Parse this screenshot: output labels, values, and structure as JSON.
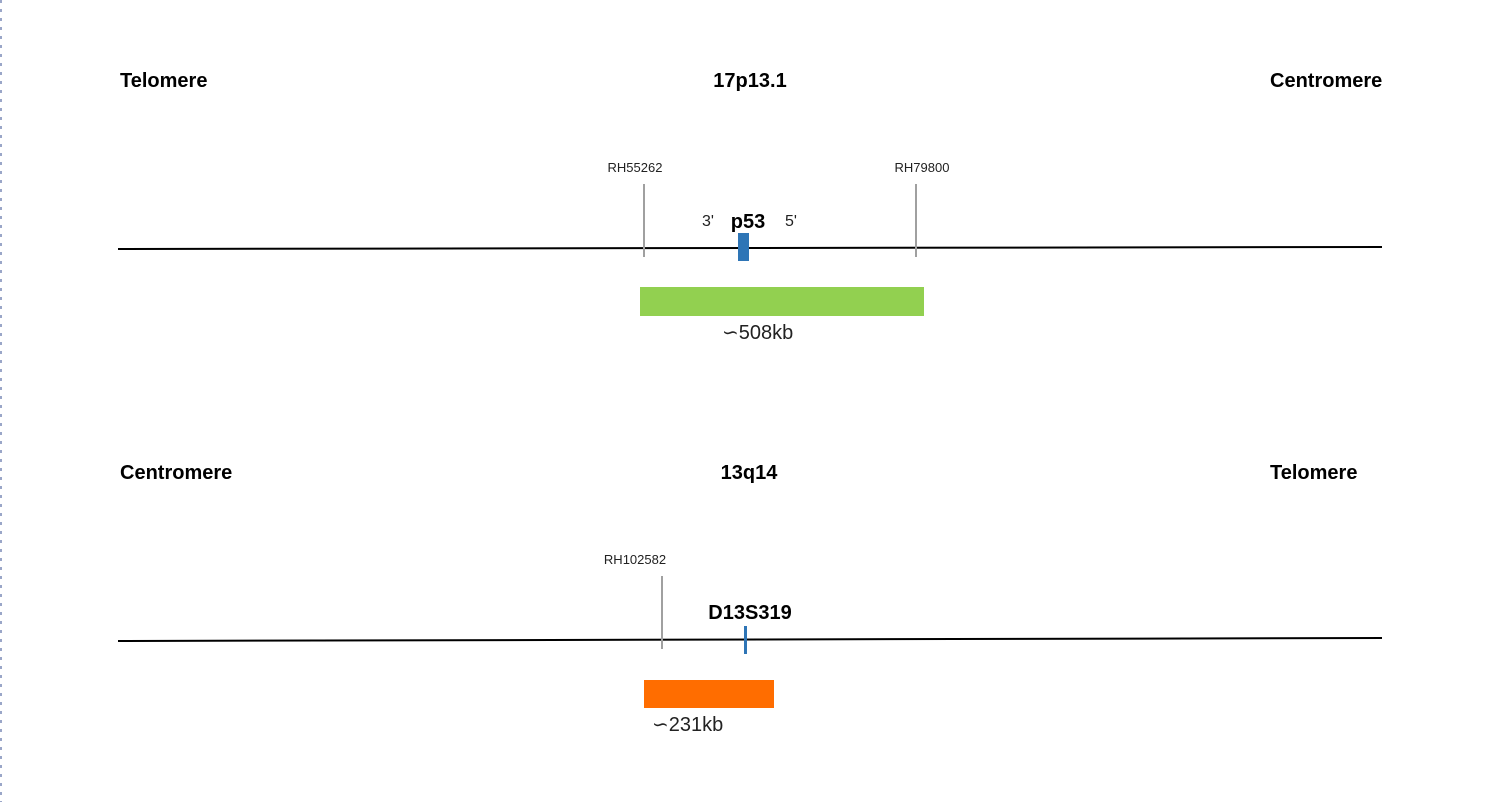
{
  "panel_top": {
    "left_label": "Telomere",
    "title": "17p13.1",
    "right_label": "Centromere",
    "markers": [
      "RH55262",
      "RH79800"
    ],
    "gene": "p53",
    "end_3": "3'",
    "end_5": "5'",
    "bar_color": "#92d050",
    "gene_color": "#2e75b6",
    "size_label": "∽508kb"
  },
  "panel_bottom": {
    "left_label": "Centromere",
    "title": "13q14",
    "right_label": "Telomere",
    "markers": [
      "RH102582"
    ],
    "gene": "D13S319",
    "bar_color": "#ff6d00",
    "gene_color": "#2e75b6",
    "size_label": "∽231kb"
  }
}
